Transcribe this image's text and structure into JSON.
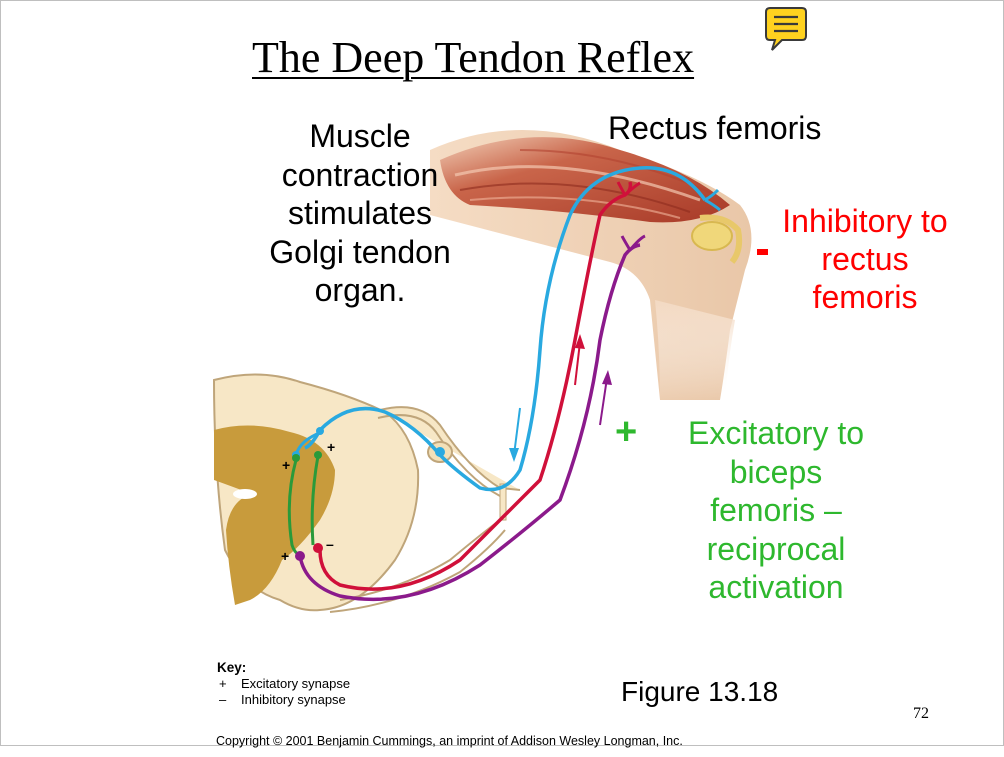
{
  "slide": {
    "title": "The Deep Tendon Reflex",
    "muscle_text": [
      "Muscle",
      "contraction",
      "stimulates",
      "Golgi tendon",
      "organ."
    ],
    "rectus_label": "Rectus femoris",
    "inhibitory_text": [
      "Inhibitory to",
      "rectus",
      "femoris"
    ],
    "inhibitory_symbol": "-",
    "excitatory_symbol": "+",
    "excitatory_text": [
      "Excitatory to",
      "biceps",
      "femoris –",
      "reciprocal",
      "activation"
    ],
    "figure_label": "Figure 13.18",
    "page_number": "72"
  },
  "key": {
    "title": "Key:",
    "items": [
      {
        "symbol": "+",
        "label": "Excitatory synapse"
      },
      {
        "symbol": "–",
        "label": "Inhibitory synapse"
      }
    ]
  },
  "figure_marks": {
    "plus": "+",
    "minus": "–"
  },
  "copyright": "Copyright © 2001 Benjamin Cummings, an imprint of Addison Wesley Longman, Inc.",
  "colors": {
    "inhibitory": "#ff0000",
    "excitatory": "#2eb82e",
    "sensory_neuron": "#29a9e0",
    "motor_neuron_red": "#d0103a",
    "motor_neuron_purple": "#8b1a8b",
    "interneuron": "#2a9a3a",
    "gray_matter": "#c89b3c",
    "muscle": "#c2553a"
  }
}
